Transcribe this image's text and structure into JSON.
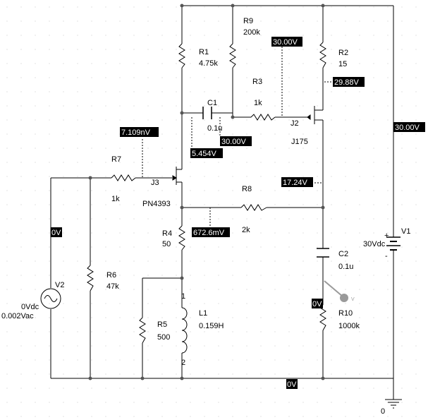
{
  "components": {
    "R1": {
      "ref": "R1",
      "value": "4.75k"
    },
    "R2": {
      "ref": "R2",
      "value": "15"
    },
    "R3": {
      "ref": "R3",
      "value": "1k"
    },
    "R4": {
      "ref": "R4",
      "value": "50"
    },
    "R5": {
      "ref": "R5",
      "value": "500"
    },
    "R6": {
      "ref": "R6",
      "value": "47k"
    },
    "R7": {
      "ref": "R7",
      "value": "1k"
    },
    "R8": {
      "ref": "R8",
      "value": "2k"
    },
    "R9": {
      "ref": "R9",
      "value": "200k"
    },
    "R10": {
      "ref": "R10",
      "value": "1000k"
    },
    "C1": {
      "ref": "C1",
      "value": "0.1u"
    },
    "C2": {
      "ref": "C2",
      "value": "0.1u"
    },
    "L1": {
      "ref": "L1",
      "value": "0.159H",
      "pin1": "1",
      "pin2": "2"
    },
    "J2": {
      "ref": "J2",
      "model": "J175"
    },
    "J3": {
      "ref": "J3",
      "model": "PN4393"
    },
    "V1": {
      "ref": "V1",
      "value": "30Vdc",
      "plus": "+",
      "minus": "-"
    },
    "V2": {
      "ref": "V2",
      "dc": "0Vdc",
      "ac": "0.002Vac"
    },
    "ground": {
      "label": "0"
    }
  },
  "probes": {
    "j3_gate": "7.109nV",
    "r9_bottom": "30.00V",
    "r9_top": "30.00V",
    "j2_source": "29.88V",
    "c1_left": "5.454V",
    "j2_drain": "17.24V",
    "j3_source": "672.6mV",
    "input": "0V",
    "v1": "30.00V",
    "c2_output": "0V",
    "ground_rail": "0V"
  },
  "colors": {
    "wire": "#000000",
    "node": "#555555",
    "probe_background": "#000000",
    "probe_text": "#ffffff",
    "grid_dot": "#c8c8c8",
    "marker": "#9a9a9a"
  }
}
